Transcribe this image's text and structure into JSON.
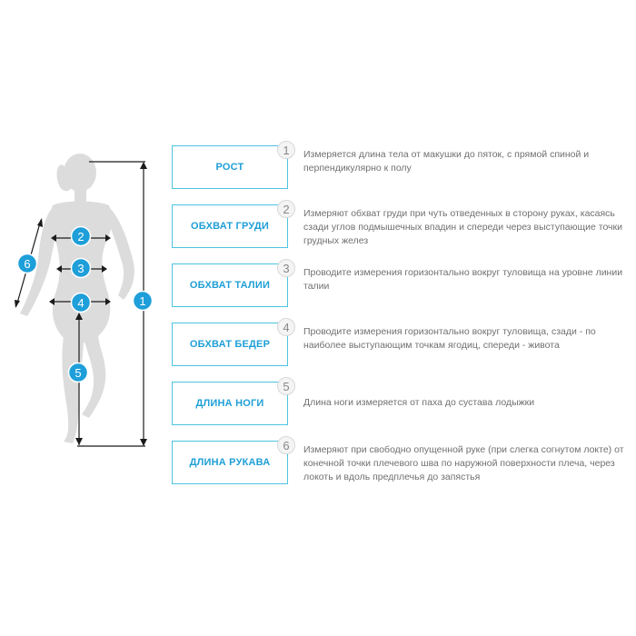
{
  "colors": {
    "accent": "#1f9fd6",
    "border": "#4cc3e0",
    "marker": "#1e9fd9",
    "silhouette": "#dcdcdc",
    "text": "#707070"
  },
  "markers": [
    "1",
    "2",
    "3",
    "4",
    "5",
    "6"
  ],
  "rows": [
    {
      "number": "1",
      "label": "РОСТ",
      "description": "Измеряется длина тела от макушки до пяток, с прямой спиной и перпендикулярно к полу"
    },
    {
      "number": "2",
      "label": "ОБХВАТ ГРУДИ",
      "description": "Измеряют обхват груди при чуть отведенных в сторону руках, касаясь сзади углов подмышечных впадин и спереди через выступающие точки грудных желез"
    },
    {
      "number": "3",
      "label": "ОБХВАТ ТАЛИИ",
      "description": "Проводите измерения горизонтально вокруг туловища на уровне линии талии"
    },
    {
      "number": "4",
      "label": "ОБХВАТ БЕДЕР",
      "description": "Проводите измерения горизонтально вокруг туловища, сзади - по наиболее выступающим точкам ягодиц, спереди - живота"
    },
    {
      "number": "5",
      "label": "ДЛИНА НОГИ",
      "description": "Длина ноги измеряется от паха до сустава лодыжки"
    },
    {
      "number": "6",
      "label": "ДЛИНА РУКАВА",
      "description": "Измеряют при свободно опущенной руке (при слегка согнутом локте) от конечной точки плечевого шва по наружной поверхности плеча, через локоть и вдоль предплечья до запястья"
    }
  ]
}
